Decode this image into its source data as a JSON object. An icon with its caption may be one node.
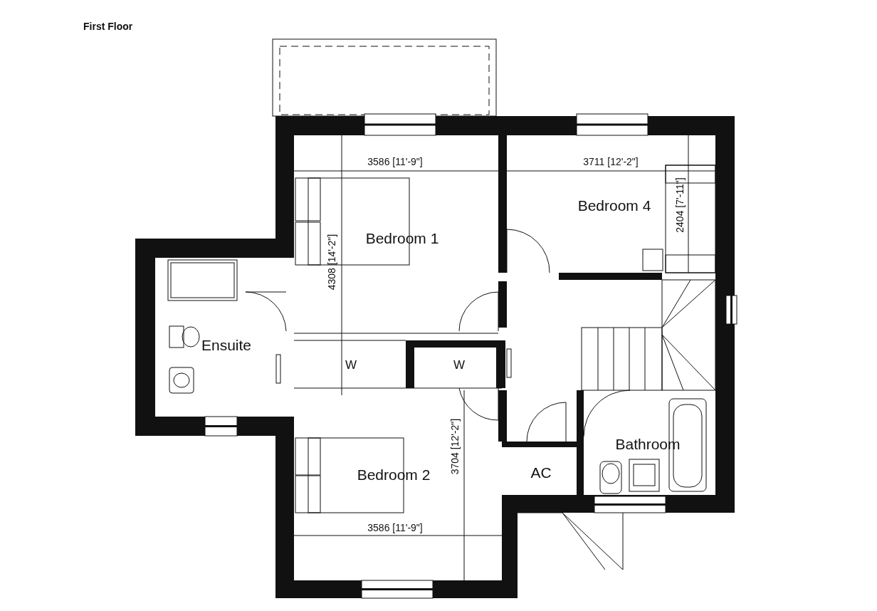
{
  "diagram": {
    "title": "First Floor",
    "labels": [
      "3586 [11'-9\"]",
      "3711 [12'-2\"]",
      "Bedroom 4",
      "2404 [7'-11\"]",
      "4308 [14'-2\"]",
      "Bedroom 1",
      "Ensuite",
      "W",
      "W",
      "3704 [12'-2\"]",
      "Bathroom",
      "Bedroom 2",
      "AC",
      "3586 [11'-9\"]"
    ]
  }
}
